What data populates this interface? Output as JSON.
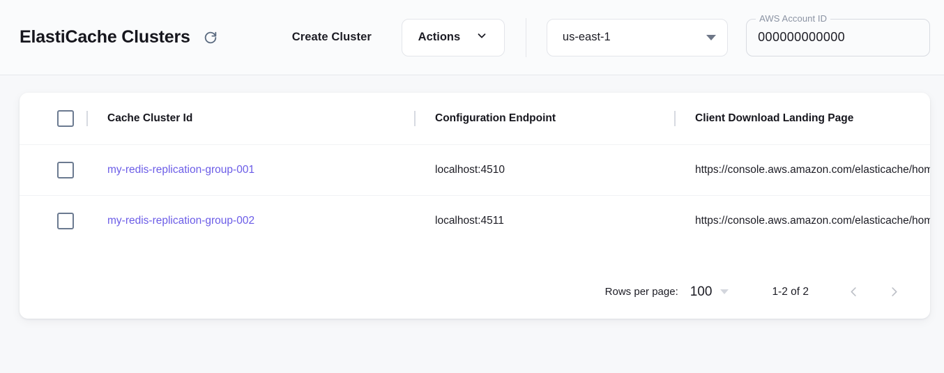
{
  "header": {
    "title": "ElastiCache Clusters",
    "refresh_icon": "refresh-icon",
    "create_label": "Create Cluster",
    "actions_label": "Actions",
    "actions_chevron_icon": "chevron-down-icon",
    "region_value": "us-east-1",
    "region_caret_icon": "triangle-down-icon",
    "account_label": "AWS Account ID",
    "account_value": "000000000000"
  },
  "table": {
    "columns": [
      "Cache Cluster Id",
      "Configuration Endpoint",
      "Client Download Landing Page"
    ],
    "rows": [
      {
        "cluster_id": "my-redis-replication-group-001",
        "configuration_endpoint": "localhost:4510",
        "landing_page": "https://console.aws.amazon.com/elasticache/home"
      },
      {
        "cluster_id": "my-redis-replication-group-002",
        "configuration_endpoint": "localhost:4511",
        "landing_page": "https://console.aws.amazon.com/elasticache/home"
      }
    ]
  },
  "pagination": {
    "rows_per_page_label": "Rows per page:",
    "rows_per_page_value": "100",
    "rows_per_page_caret_icon": "triangle-down-icon",
    "range_text": "1-2 of 2",
    "prev_icon": "chevron-left-icon",
    "next_icon": "chevron-right-icon"
  },
  "colors": {
    "link": "#6b5ce7",
    "page_bg": "#f7f8fa",
    "checkbox_border": "#6b7a90"
  }
}
